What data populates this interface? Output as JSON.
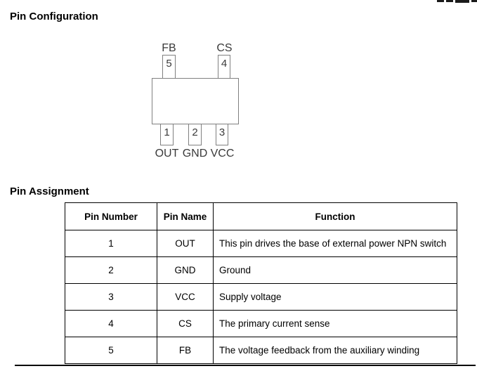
{
  "sections": {
    "pin_configuration_title": "Pin Configuration",
    "pin_assignment_title": "Pin Assignment"
  },
  "diagram": {
    "top_pins": [
      {
        "number": "5",
        "name": "FB"
      },
      {
        "number": "4",
        "name": "CS"
      }
    ],
    "bottom_pins": [
      {
        "number": "1",
        "name": "OUT"
      },
      {
        "number": "2",
        "name": "GND"
      },
      {
        "number": "3",
        "name": "VCC"
      }
    ]
  },
  "table": {
    "headers": [
      "Pin Number",
      "Pin Name",
      "Function"
    ],
    "rows": [
      {
        "number": "1",
        "name": "OUT",
        "function": "This pin drives the base of external power NPN switch"
      },
      {
        "number": "2",
        "name": "GND",
        "function": "Ground"
      },
      {
        "number": "3",
        "name": "VCC",
        "function": "Supply voltage"
      },
      {
        "number": "4",
        "name": "CS",
        "function": "The primary current sense"
      },
      {
        "number": "5",
        "name": "FB",
        "function": "The voltage feedback from the auxiliary winding"
      }
    ]
  },
  "colors": {
    "diagram_outline": "#808080",
    "diagram_text": "#3a3a3a",
    "table_border": "#000000"
  }
}
